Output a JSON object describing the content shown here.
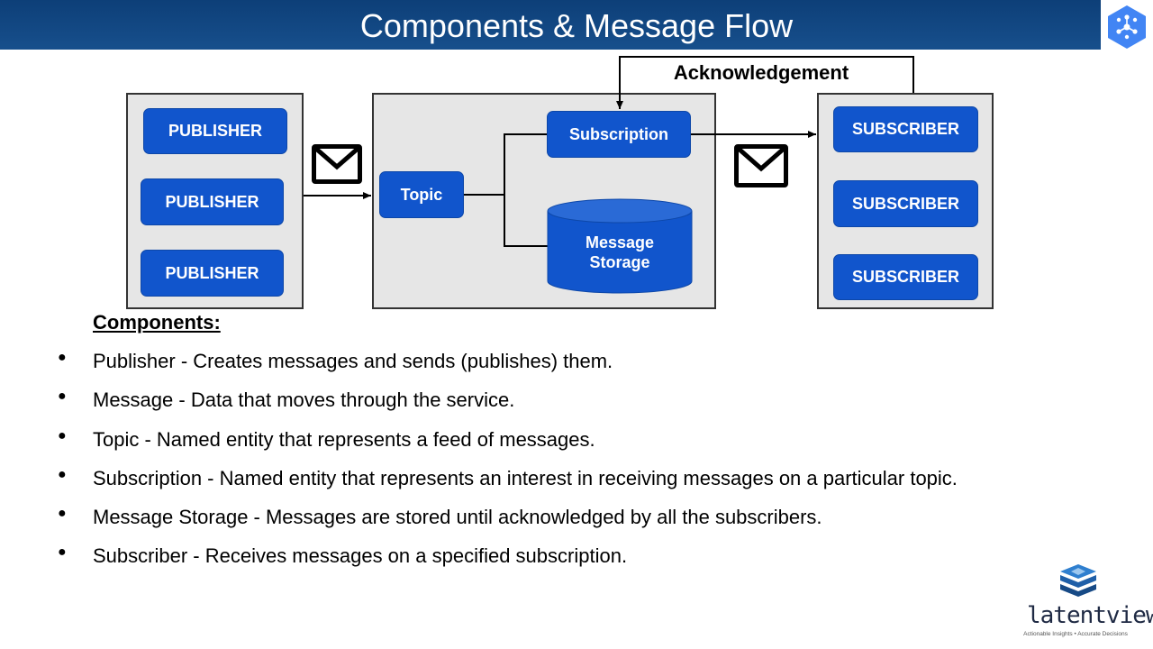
{
  "header": {
    "title": "Components & Message Flow"
  },
  "diagram": {
    "publishers": [
      "PUBLISHER",
      "PUBLISHER",
      "PUBLISHER"
    ],
    "topic": "Topic",
    "subscription": "Subscription",
    "storage": {
      "line1": "Message",
      "line2": "Storage"
    },
    "subscribers": [
      "SUBSCRIBER",
      "SUBSCRIBER",
      "SUBSCRIBER"
    ],
    "acknowledgement": "Acknowledgement"
  },
  "components": {
    "heading": "Components:",
    "items": [
      "Publisher - Creates messages and sends (publishes) them.",
      "Message - Data that moves through the service.",
      "Topic - Named entity that represents a feed of messages.",
      "Subscription - Named entity that represents an interest in receiving messages on a particular topic.",
      "Message Storage - Messages are stored until acknowledged by all the subscribers.",
      "Subscriber - Receives messages on a specified subscription."
    ]
  },
  "branding": {
    "wordmark": "latentview",
    "tagline": "Actionable Insights • Accurate Decisions",
    "logo_icon": "layered-cube-icon",
    "product_icon": "pubsub-hexagon-icon"
  },
  "colors": {
    "header": "#0d3f78",
    "node": "#1155cc",
    "panel": "#e6e6e6",
    "logo_hex": "#4285f4"
  }
}
